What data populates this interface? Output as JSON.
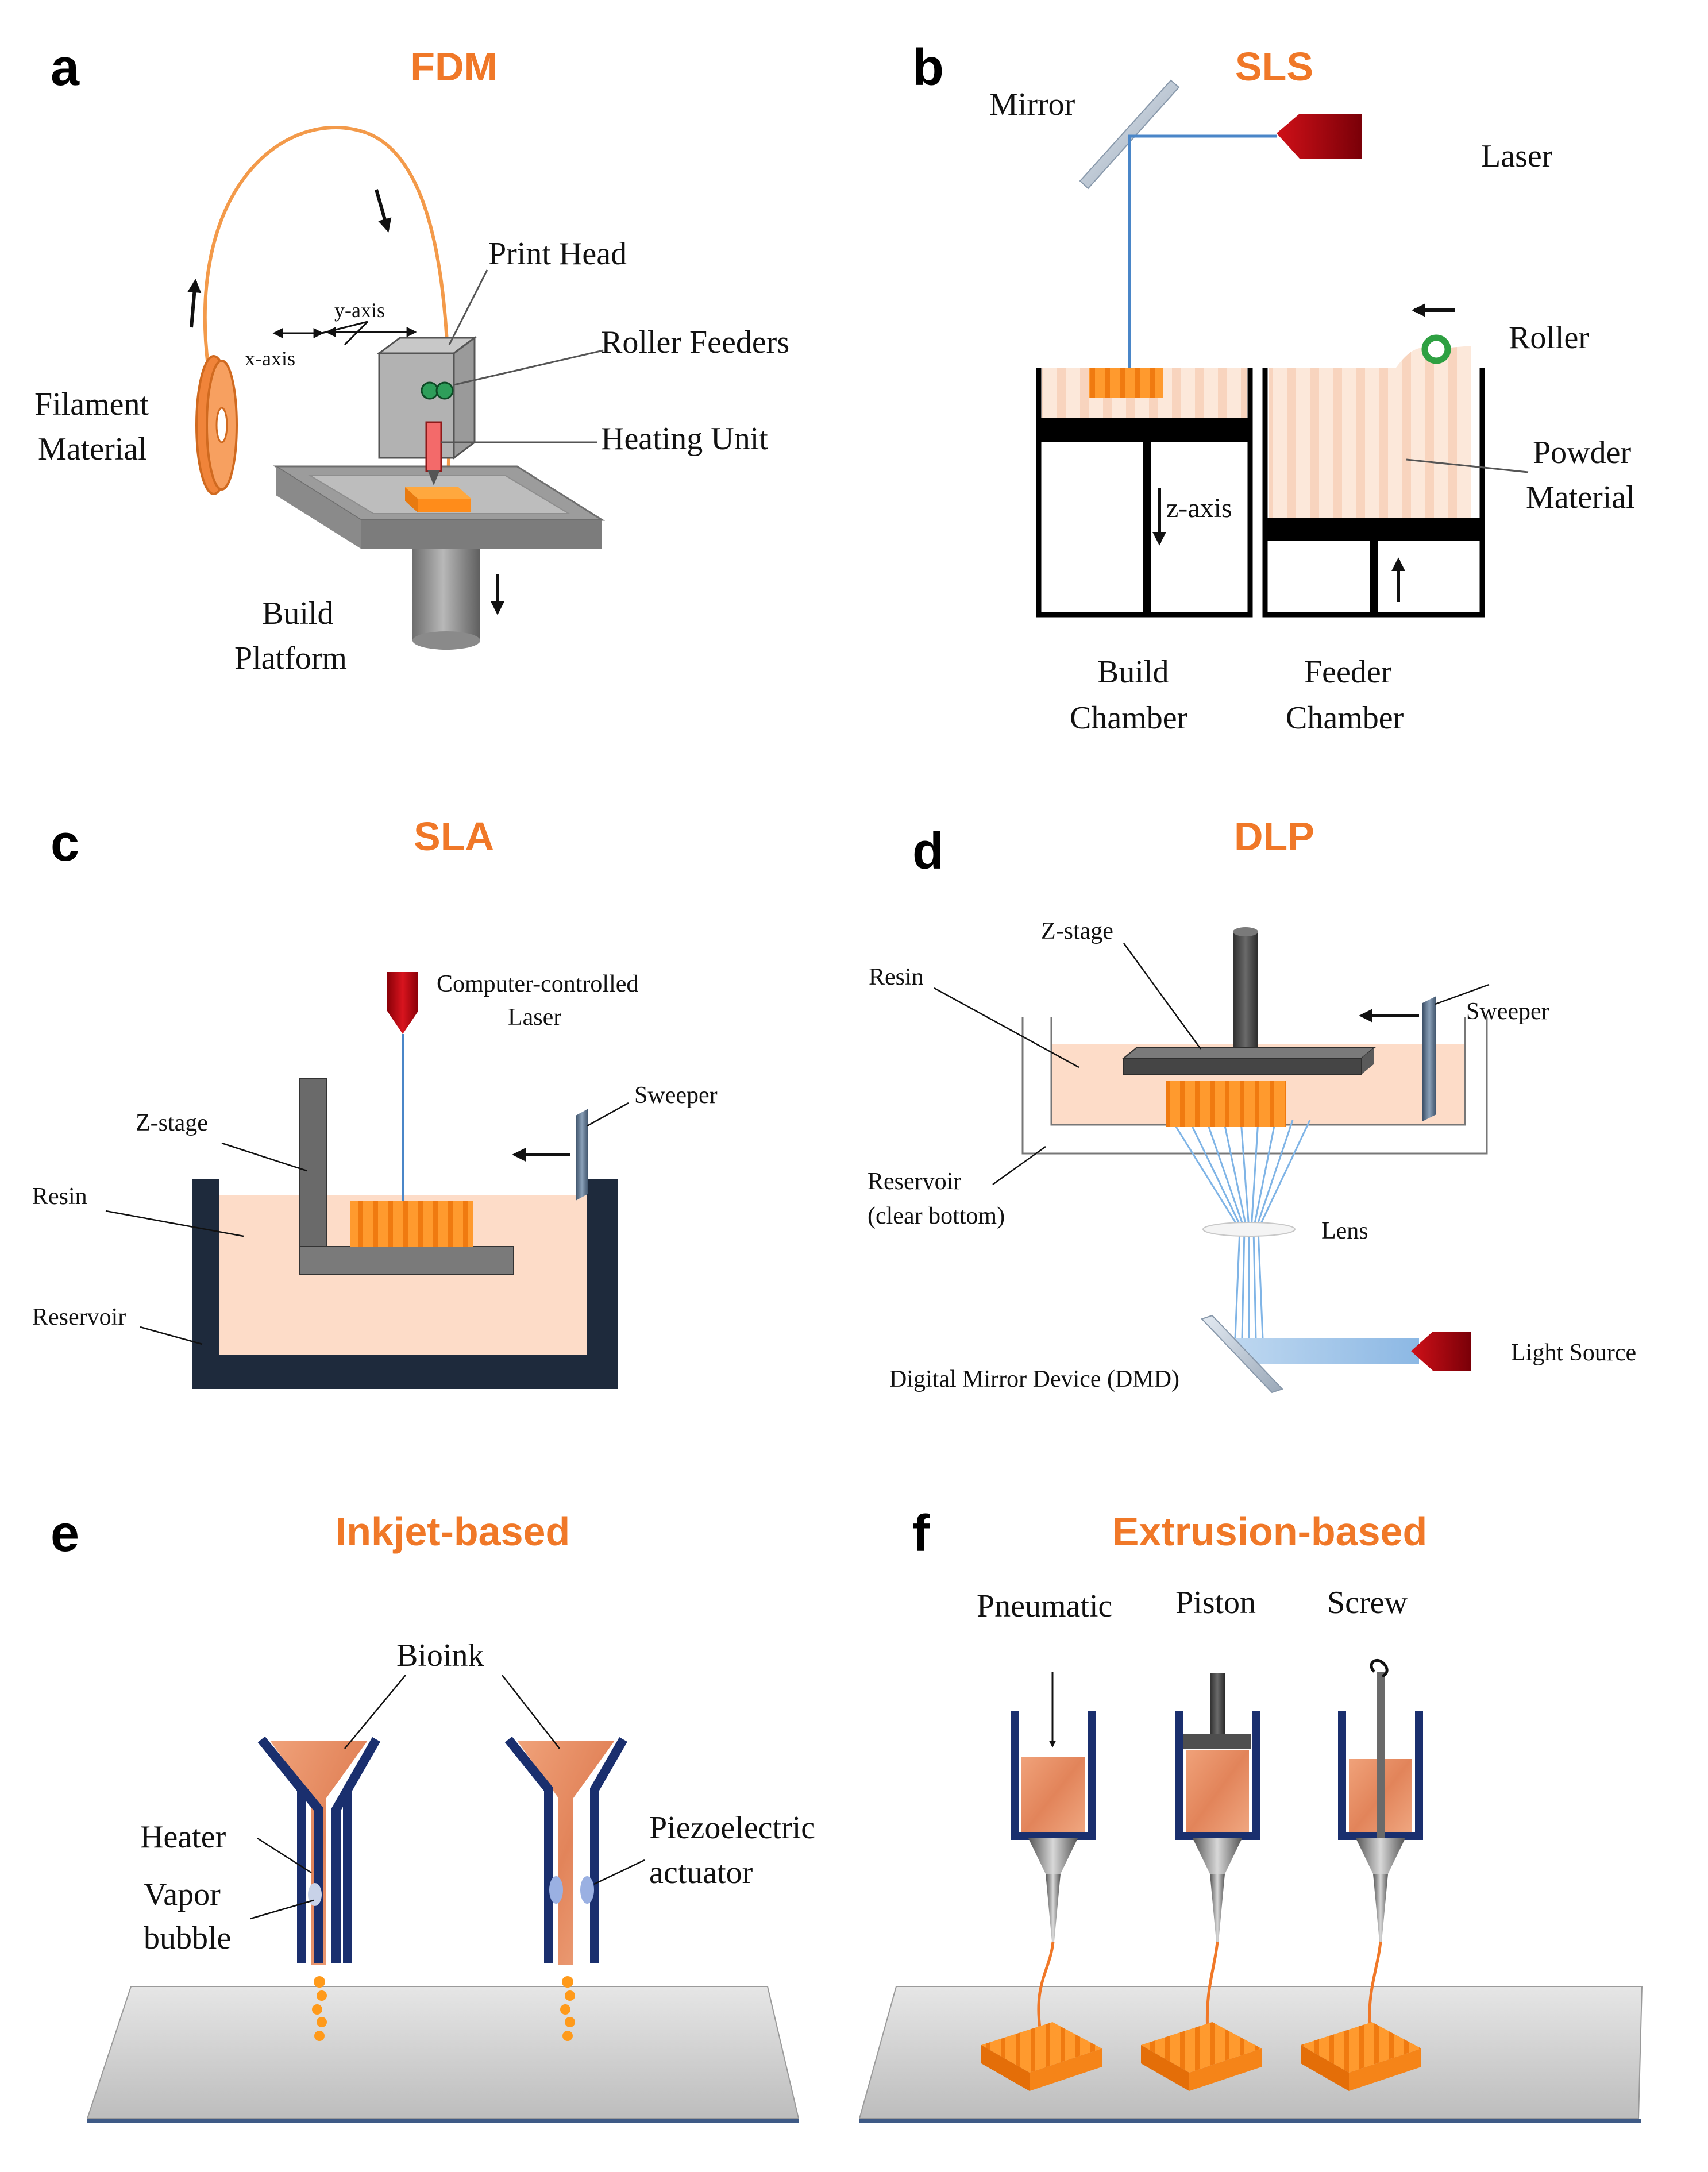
{
  "colors": {
    "title": "#F07828",
    "print": "#FF8C1A",
    "resin": "#FDDCC8",
    "powder": "#FBE4D6",
    "tank": "#1E2A3C",
    "bioink": "#E8926A",
    "cartridge": "#1A2F6E",
    "laser": "#C0141C",
    "beam": "#4A86C8",
    "stage": "#5A5A5A"
  },
  "panels": {
    "a": {
      "letter": "a",
      "title": "FDM",
      "labels": {
        "filament": [
          "Filament",
          "Material"
        ],
        "print_head": "Print Head",
        "roller_feeders": "Roller Feeders",
        "heating_unit": "Heating Unit",
        "build_platform": [
          "Build",
          "Platform"
        ],
        "x_axis": "x-axis",
        "y_axis": "y-axis"
      }
    },
    "b": {
      "letter": "b",
      "title": "SLS",
      "labels": {
        "mirror": "Mirror",
        "laser": "Laser",
        "roller": "Roller",
        "powder": [
          "Powder",
          "Material"
        ],
        "z_axis": "z-axis",
        "build_chamber": [
          "Build",
          "Chamber"
        ],
        "feeder_chamber": [
          "Feeder",
          "Chamber"
        ]
      }
    },
    "c": {
      "letter": "c",
      "title": "SLA",
      "labels": {
        "laser": [
          "Computer-controlled",
          "Laser"
        ],
        "sweeper": "Sweeper",
        "z_stage": "Z-stage",
        "resin": "Resin",
        "reservoir": "Reservoir"
      }
    },
    "d": {
      "letter": "d",
      "title": "DLP",
      "labels": {
        "z_stage": "Z-stage",
        "resin": "Resin",
        "sweeper": "Sweeper",
        "reservoir": [
          "Reservoir",
          "(clear bottom)"
        ],
        "lens": "Lens",
        "light_source": "Light Source",
        "dmd": "Digital Mirror Device (DMD)"
      }
    },
    "e": {
      "letter": "e",
      "title": "Inkjet-based",
      "labels": {
        "bioink": "Bioink",
        "heater": "Heater",
        "vapor": [
          "Vapor",
          "bubble"
        ],
        "piezo": [
          "Piezoelectric",
          "actuator"
        ]
      }
    },
    "f": {
      "letter": "f",
      "title": "Extrusion-based",
      "labels": {
        "pneumatic": "Pneumatic",
        "piston": "Piston",
        "screw": "Screw"
      }
    }
  }
}
